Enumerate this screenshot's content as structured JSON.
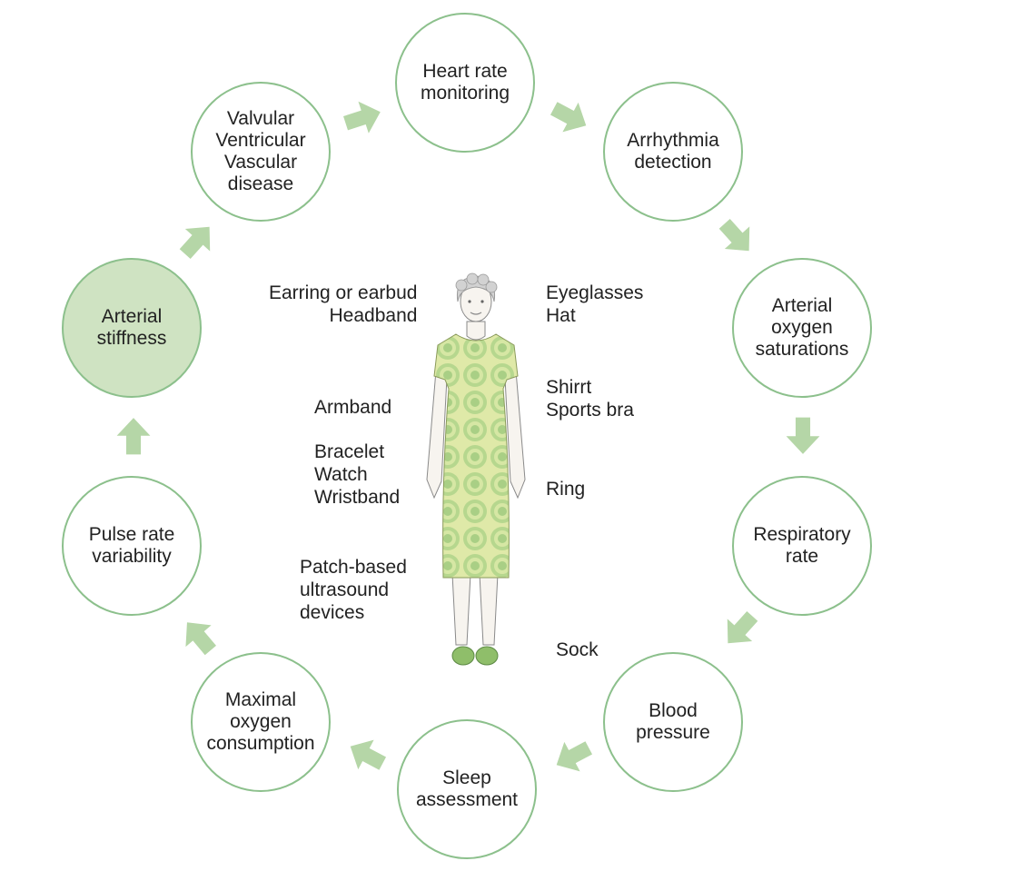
{
  "colors": {
    "node_border": "#8cc08c",
    "highlight_fill": "#cfe3c2",
    "arrow": "#b5d6a7",
    "dress": "#dfe9a8",
    "dress_circle": "#a9cf85"
  },
  "nodes": [
    {
      "id": "heart-rate-monitoring",
      "label": "Heart rate\nmonitoring",
      "highlight": false
    },
    {
      "id": "arrhythmia-detection",
      "label": "Arrhythmia\ndetection",
      "highlight": false
    },
    {
      "id": "arterial-oxygen-saturations",
      "label": "Arterial\noxygen\nsaturations",
      "highlight": false
    },
    {
      "id": "respiratory-rate",
      "label": "Respiratory\nrate",
      "highlight": false
    },
    {
      "id": "blood-pressure",
      "label": "Blood\npressure",
      "highlight": false
    },
    {
      "id": "sleep-assessment",
      "label": "Sleep\nassessment",
      "highlight": false
    },
    {
      "id": "maximal-oxygen-consumption",
      "label": "Maximal\noxygen\nconsumption",
      "highlight": false
    },
    {
      "id": "pulse-rate-variability",
      "label": "Pulse rate\nvariability",
      "highlight": false
    },
    {
      "id": "arterial-stiffness",
      "label": "Arterial\nstiffness",
      "highlight": true
    },
    {
      "id": "valvular-ventricular-vascular-disease",
      "label": "Valvular\nVentricular\nVascular\ndisease",
      "highlight": false
    }
  ],
  "wearables": {
    "left": {
      "head": "Earring or earbud\nHeadband",
      "arm": "Armband",
      "wrist": "Bracelet\nWatch\nWristband",
      "chest": "Patch-based\nultrasound\ndevices"
    },
    "right": {
      "head": "Eyeglasses\nHat",
      "torso": "Shirrt\nSports bra",
      "finger": "Ring",
      "foot": "Sock"
    }
  },
  "figure": {
    "icon": "elderly-woman-figure"
  }
}
